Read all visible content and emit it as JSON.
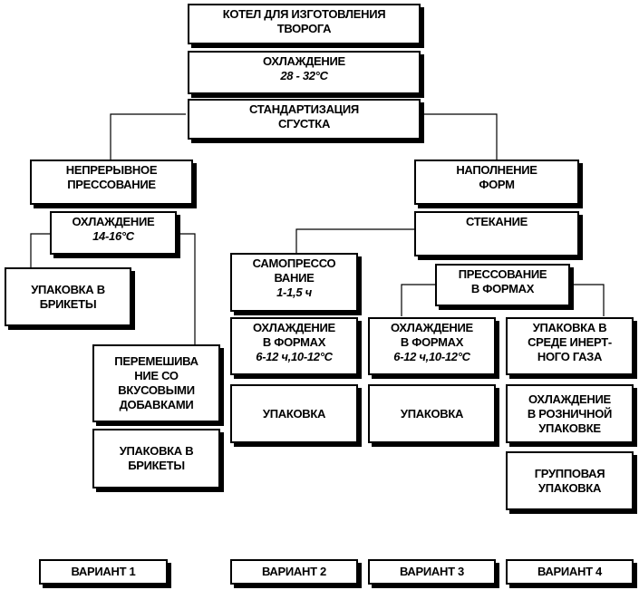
{
  "nodes": {
    "kettle": {
      "label": "КОТЕЛ ДЛЯ ИЗГОТОВЛЕНИЯ\nТВОРОГА"
    },
    "cooling_main": {
      "label": "ОХЛАЖДЕНИЕ",
      "sub": "28 - 32°С"
    },
    "standardization": {
      "label": "СТАНДАРТИЗАЦИЯ\nСГУСТКА"
    },
    "continuous_pressing": {
      "label": "НЕПРЕРЫВНОЕ\nПРЕССОВАНИЕ"
    },
    "filling_molds": {
      "label": "НАПОЛНЕНИЕ\nФОРМ"
    },
    "cooling_v1": {
      "label": "ОХЛАЖДЕНИЕ",
      "sub": "14-16°С"
    },
    "drainage": {
      "label": "СТЕКАНИЕ"
    },
    "pack_briquettes_1": {
      "label": "УПАКОВКА В\nБРИКЕТЫ"
    },
    "self_pressing": {
      "label": "САМОПРЕССО\nВАНИЕ",
      "sub": "1-1,5 ч"
    },
    "pressing_in_molds": {
      "label": "ПРЕССОВАНИЕ\nВ ФОРМАХ"
    },
    "mixing_flavors": {
      "label": "ПЕРЕМЕШИВА\nНИЕ СО\nВКУСОВЫМИ\nДОБАВКАМИ"
    },
    "cooling_molds_v2": {
      "label": "ОХЛАЖДЕНИЕ\nВ ФОРМАХ",
      "sub": "6-12 ч,10-12°С"
    },
    "cooling_molds_v3": {
      "label": "ОХЛАЖДЕНИЕ\nВ ФОРМАХ",
      "sub": "6-12 ч,10-12°С"
    },
    "pack_inert_gas": {
      "label": "УПАКОВКА В\nСРЕДЕ ИНЕРТ-\nНОГО ГАЗА"
    },
    "pack_briquettes_2": {
      "label": "УПАКОВКА В\nБРИКЕТЫ"
    },
    "packaging_v2": {
      "label": "УПАКОВКА"
    },
    "packaging_v3": {
      "label": "УПАКОВКА"
    },
    "cooling_retail": {
      "label": "ОХЛАЖДЕНИЕ\nВ РОЗНИЧНОЙ\nУПАКОВКЕ"
    },
    "group_packaging": {
      "label": "ГРУППОВАЯ\nУПАКОВКА"
    }
  },
  "variants": [
    "ВАРИАНТ 1",
    "ВАРИАНТ 2",
    "ВАРИАНТ 3",
    "ВАРИАНТ 4"
  ]
}
